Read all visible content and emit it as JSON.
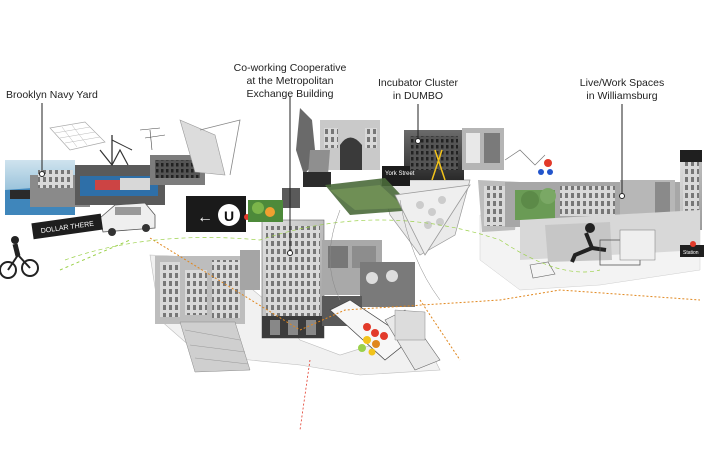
{
  "labels": [
    {
      "id": "navy-yard",
      "lines": [
        "Brooklyn Navy Yard"
      ]
    },
    {
      "id": "coworking",
      "lines": [
        "Co-working Cooperative",
        "at the Metropolitan",
        "Exchange Building"
      ]
    },
    {
      "id": "dumbo",
      "lines": [
        "Incubator Cluster",
        "in DUMBO"
      ]
    },
    {
      "id": "williamsburg",
      "lines": [
        "Live/Work Spaces",
        "in Williamsburg"
      ]
    }
  ],
  "signs": {
    "u_sign": "U",
    "york_street": "York Street",
    "dollar_sign": "DOLLAR THERE",
    "station_sign": "Station"
  },
  "colors": {
    "route_green": "#9bd14a",
    "route_orange": "#e0871e",
    "subway_red": "#e23a2a",
    "subway_blue": "#2255cc",
    "subway_yellow": "#f2c31b",
    "water_blue": "#5aa7d6"
  }
}
